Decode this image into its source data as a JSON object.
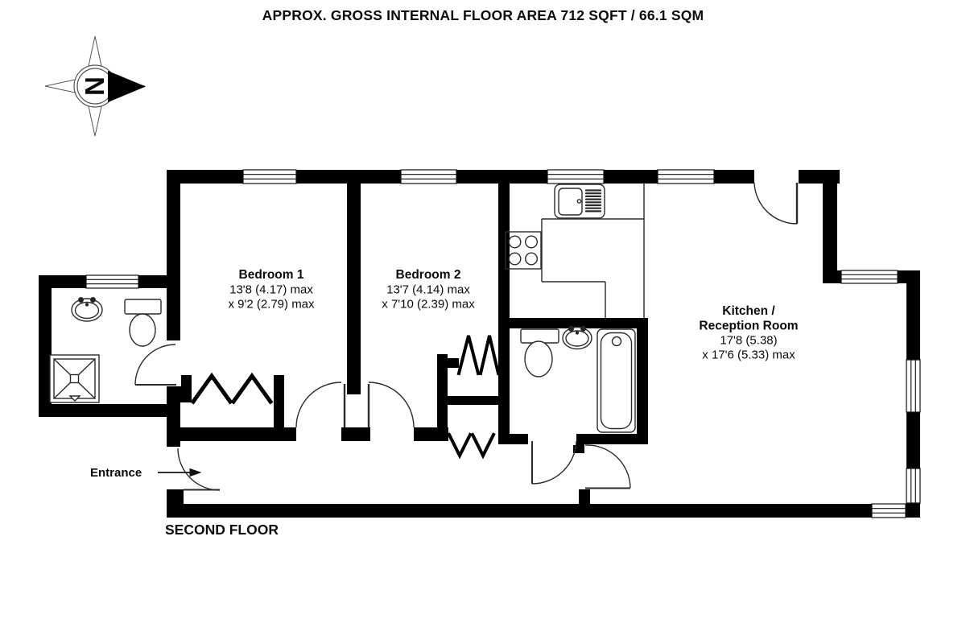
{
  "header": {
    "title": "APPROX. GROSS INTERNAL FLOOR AREA 712 SQFT / 66.1 SQM"
  },
  "compass": {
    "north_letter": "N"
  },
  "rooms": {
    "bedroom1": {
      "name": "Bedroom 1",
      "dim_line1": "13'8 (4.17) max",
      "dim_line2": "x 9'2 (2.79) max"
    },
    "bedroom2": {
      "name": "Bedroom 2",
      "dim_line1": "13'7 (4.14) max",
      "dim_line2": "x 7'10 (2.39) max"
    },
    "kitchen_reception": {
      "name_line1": "Kitchen /",
      "name_line2": "Reception Room",
      "dim_line1": "17'8 (5.38)",
      "dim_line2": "x 17'6 (5.33) max"
    }
  },
  "labels": {
    "entrance": "Entrance",
    "floor": "SECOND FLOOR"
  },
  "colors": {
    "wall": "#000000",
    "fixture_line": "#2b2b2b",
    "background": "#ffffff"
  }
}
